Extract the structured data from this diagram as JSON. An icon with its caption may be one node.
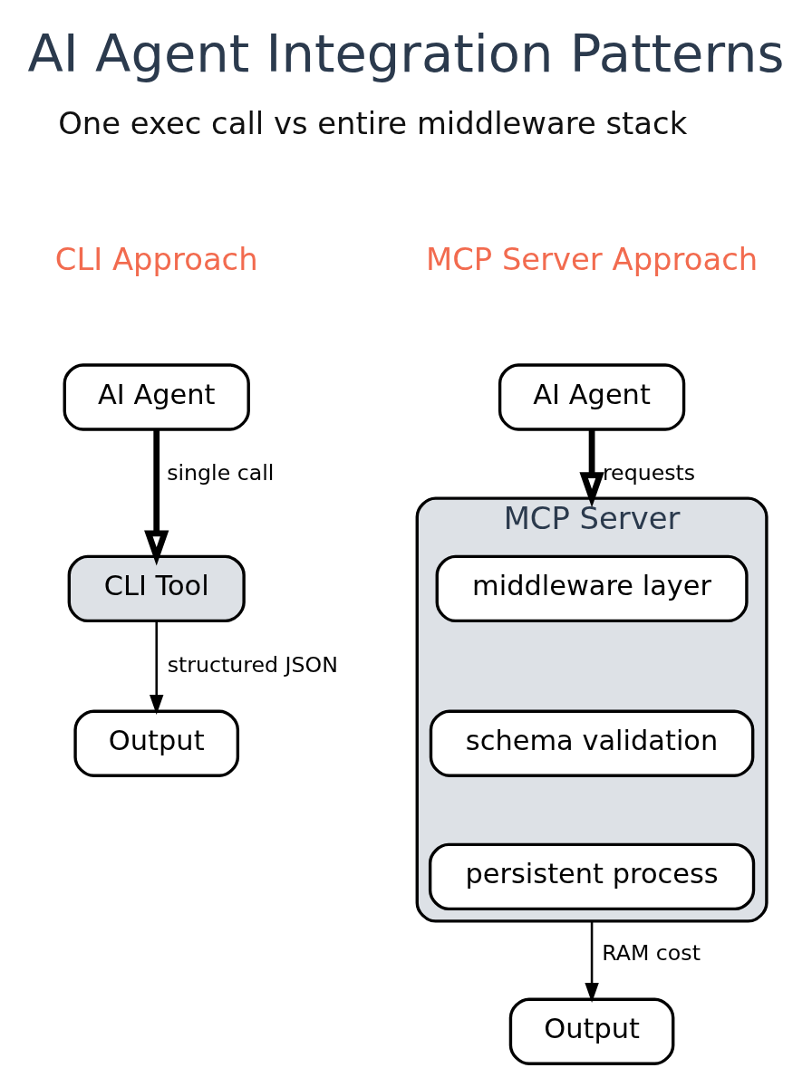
{
  "diagram": {
    "title": "AI Agent Integration Patterns",
    "nodes": [
      {
        "text": [
          "AI Agent"
        ]
      },
      {
        "text": [
          "CLI Tool"
        ]
      },
      {
        "text": [
          "Output"
        ]
      },
      {
        "text": [
          "AI Agent"
        ]
      },
      {
        "text": [
          "MCP Server"
        ]
      },
      {
        "text": [
          "middleware layer"
        ],
        "in": 4
      },
      {
        "text": [
          "schema validation"
        ],
        "in": 4
      },
      {
        "text": [
          "persistent process"
        ],
        "in": 4
      },
      {
        "text": [
          "Output"
        ]
      }
    ],
    "edges": [
      {
        "from": 0,
        "to": 1,
        "arrow": "to",
        "label": "single call",
        "style": "thick"
      },
      {
        "from": 1,
        "to": 2,
        "arrow": "to",
        "label": "structured JSON"
      },
      {
        "from": 3,
        "to": 4,
        "arrow": "to",
        "label": "requests",
        "style": "thick"
      },
      {
        "from": 4,
        "to": 8,
        "arrow": "to",
        "label": "RAM cost"
      }
    ],
    "labels": [
      "One exec call vs entire middleware stack",
      "CLI Approach",
      "MCP Server Approach"
    ]
  }
}
